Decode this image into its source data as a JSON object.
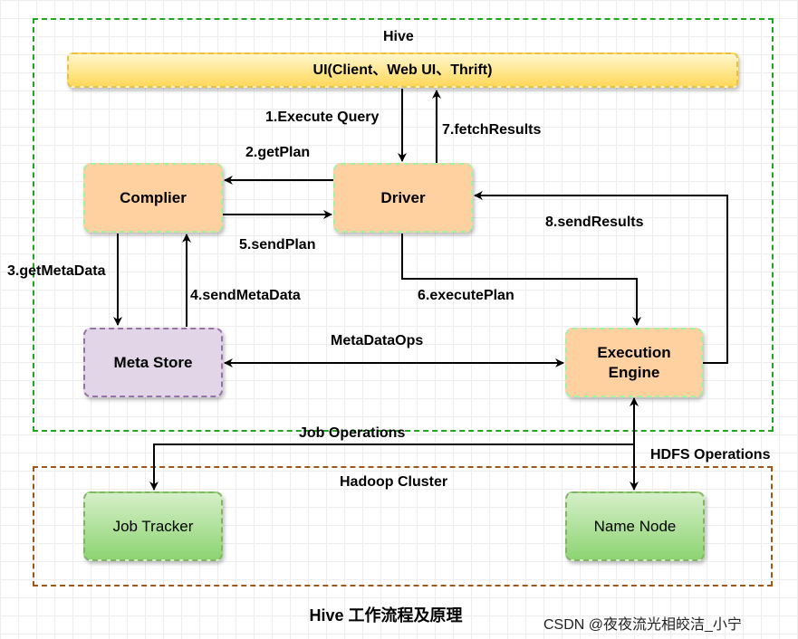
{
  "groups": {
    "hive": "Hive",
    "hadoop": "Hadoop Cluster"
  },
  "nodes": {
    "ui": "UI(Client、Web UI、Thrift)",
    "compiler": "Complier",
    "driver": "Driver",
    "meta_store": "Meta Store",
    "execution_engine": "Execution Engine",
    "job_tracker": "Job Tracker",
    "name_node": "Name Node"
  },
  "edges": {
    "execute_query": "1.Execute Query",
    "get_plan": "2.getPlan",
    "get_meta_data": "3.getMetaData",
    "send_meta_data": "4.sendMetaData",
    "send_plan": "5.sendPlan",
    "execute_plan": "6.executePlan",
    "fetch_results": "7.fetchResults",
    "send_results": "8.sendResults",
    "meta_data_ops": "MetaDataOps",
    "job_operations": "Job Operations",
    "hdfs_operations": "HDFS Operations"
  },
  "caption": "Hive 工作流程及原理",
  "watermark": "CSDN @夜夜流光相皎洁_小宁",
  "colors": {
    "hive_border": "#22a622",
    "hadoop_border": "#a0581a",
    "process_fill": "#ffd0a0",
    "meta_fill": "#e1d5e7",
    "cluster_fill": "#8dd472",
    "ui_fill": "#ffd95a"
  }
}
